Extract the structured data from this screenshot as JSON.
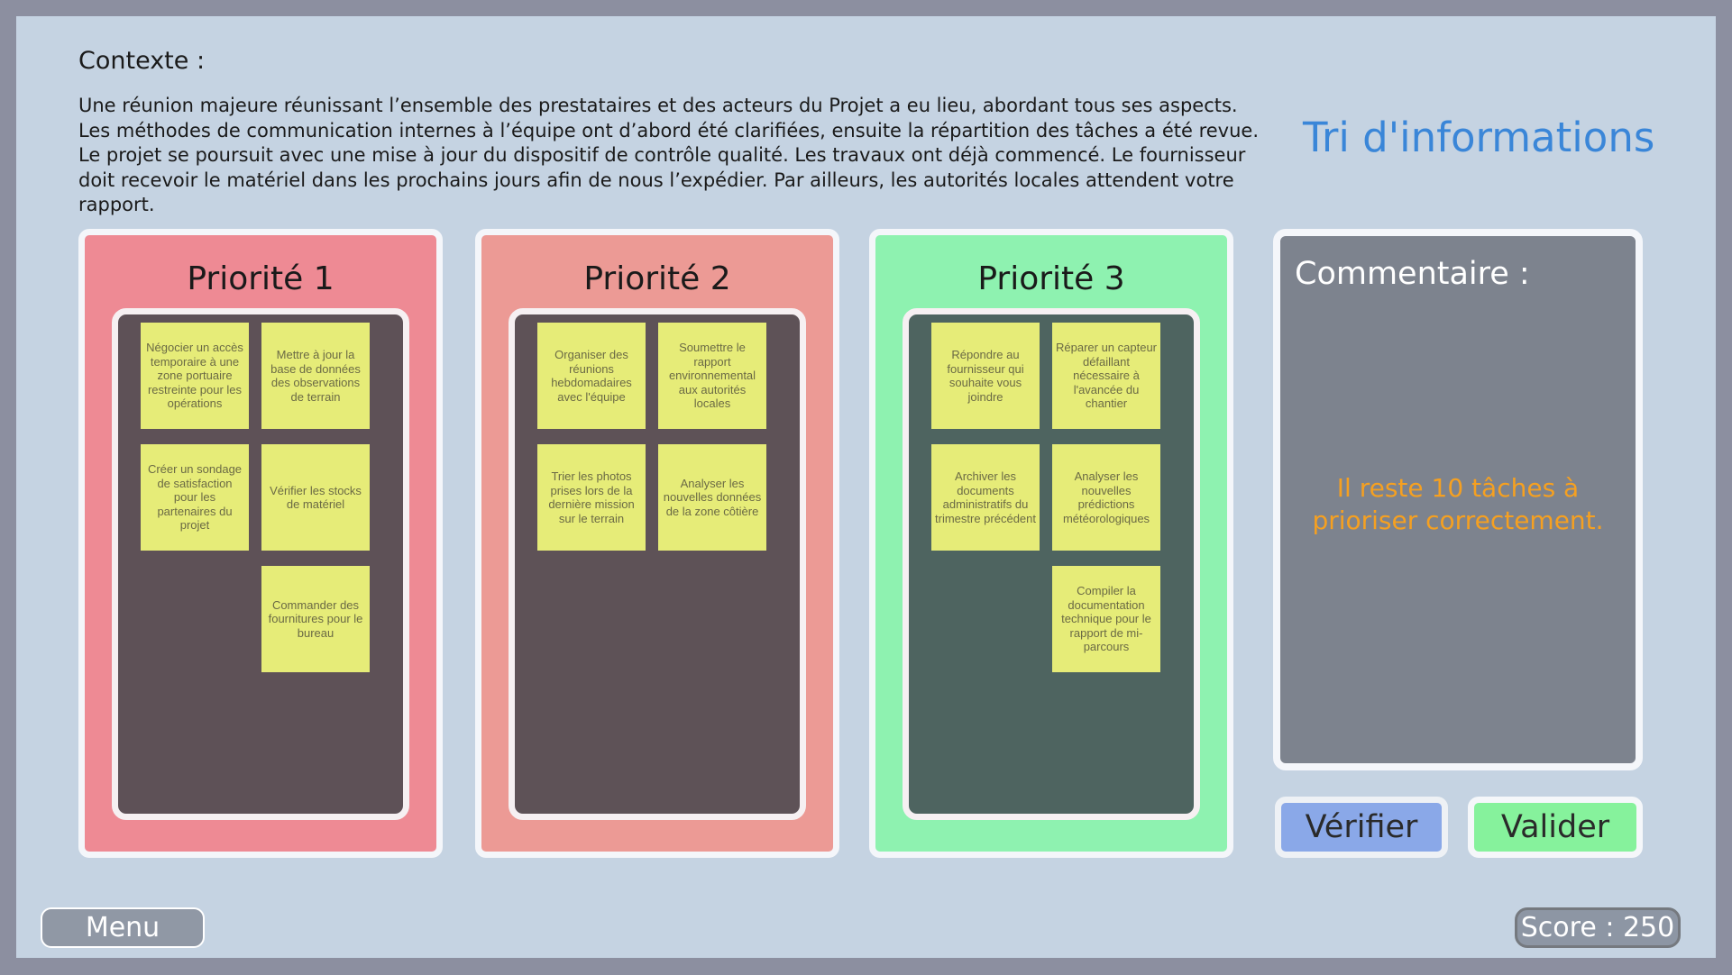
{
  "context": {
    "title": "Contexte :",
    "text": "Une réunion majeure réunissant l’ensemble des prestataires et des acteurs du Projet a eu lieu, abordant tous ses aspects. Les méthodes de communication internes à l’équipe ont d’abord été clarifiées, ensuite la répartition des tâches a été revue. Le projet se poursuit avec une mise à jour du dispositif de contrôle qualité. Les travaux ont déjà commencé. Le fournisseur doit recevoir le matériel dans les prochains jours afin de nous l’expédier. Par ailleurs, les autorités locales attendent votre rapport."
  },
  "title": "Tri d'informations",
  "colors": {
    "priority1": "#ee8a94",
    "priority2": "#ec9a95",
    "priority3": "#8ef2b0",
    "note": "#e6ec78",
    "accent": "#3a86d8",
    "warning": "#f5a021"
  },
  "panels": [
    {
      "title": "Priorité 1",
      "notes": [
        "Négocier un accès temporaire à une zone portuaire restreinte pour les opérations",
        "Mettre à jour la base de données des observations de terrain",
        "Créer un sondage de satisfaction pour les partenaires du projet",
        "Vérifier les stocks de matériel",
        "Commander des fournitures pour le bureau"
      ]
    },
    {
      "title": "Priorité 2",
      "notes": [
        "Organiser des réunions hebdomadaires avec l'équipe",
        "Soumettre le rapport environnemental aux autorités locales",
        "Trier les photos prises lors de la dernière mission sur le terrain",
        "Analyser les nouvelles données de la zone côtière"
      ]
    },
    {
      "title": "Priorité 3",
      "notes": [
        "Répondre au fournisseur qui souhaite vous joindre",
        "Réparer un capteur défaillant nécessaire à l'avancée du chantier",
        "Archiver les documents administratifs du trimestre précédent",
        "Analyser les nouvelles prédictions météorologiques",
        "Compiler la documentation technique pour le rapport de mi-parcours"
      ]
    }
  ],
  "comment": {
    "title": "Commentaire :",
    "message": "Il reste 10 tâches à prioriser correctement."
  },
  "buttons": {
    "verify": "Vérifier",
    "validate": "Valider",
    "menu": "Menu"
  },
  "score": "Score : 250"
}
